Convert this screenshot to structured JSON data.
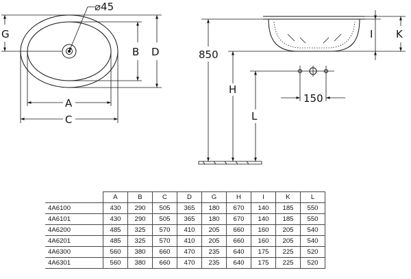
{
  "labels": {
    "diameter": "⌀45",
    "g": "G",
    "b": "B",
    "d": "D",
    "a": "A",
    "c": "C",
    "height_850": "850",
    "h": "H",
    "l": "L",
    "i": "I",
    "k": "K",
    "spacing_150": "150"
  },
  "table": {
    "columns": [
      "A",
      "B",
      "C",
      "D",
      "G",
      "H",
      "I",
      "K",
      "L"
    ],
    "rows": [
      {
        "model": "4A6100",
        "values": [
          "430",
          "290",
          "505",
          "365",
          "180",
          "670",
          "140",
          "185",
          "550"
        ]
      },
      {
        "model": "4A6101",
        "values": [
          "430",
          "290",
          "505",
          "365",
          "180",
          "670",
          "140",
          "185",
          "550"
        ]
      },
      {
        "model": "4A6200",
        "values": [
          "485",
          "325",
          "570",
          "410",
          "205",
          "660",
          "160",
          "205",
          "540"
        ]
      },
      {
        "model": "4A6201",
        "values": [
          "485",
          "325",
          "570",
          "410",
          "205",
          "660",
          "160",
          "205",
          "540"
        ]
      },
      {
        "model": "4A6300",
        "values": [
          "560",
          "380",
          "660",
          "470",
          "235",
          "640",
          "175",
          "225",
          "520"
        ]
      },
      {
        "model": "4A6301",
        "values": [
          "560",
          "380",
          "660",
          "470",
          "235",
          "640",
          "175",
          "225",
          "520"
        ]
      }
    ]
  }
}
